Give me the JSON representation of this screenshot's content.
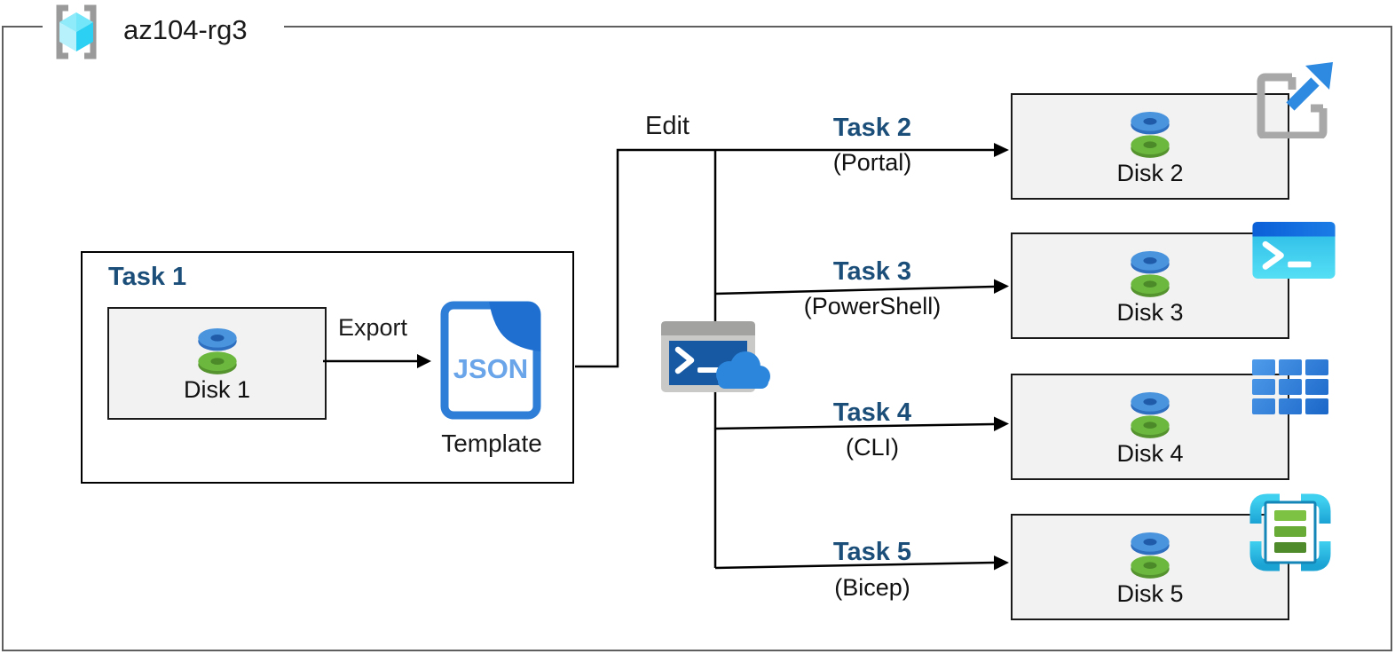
{
  "resource_group": {
    "name": "az104-rg3",
    "icon": "resource-group-icon"
  },
  "task1": {
    "title": "Task 1",
    "disk_label": "Disk 1"
  },
  "labels": {
    "export": "Export",
    "edit": "Edit"
  },
  "template": {
    "file_type": "JSON",
    "caption": "Template",
    "icon": "json-file-icon"
  },
  "shell": {
    "icon": "cloud-shell-icon"
  },
  "tasks": [
    {
      "title": "Task 2",
      "method": "(Portal)",
      "disk_label": "Disk 2",
      "icon": "portal-launch-icon"
    },
    {
      "title": "Task 3",
      "method": "(PowerShell)",
      "disk_label": "Disk 3",
      "icon": "powershell-icon"
    },
    {
      "title": "Task 4",
      "method": "(CLI)",
      "disk_label": "Disk 4",
      "icon": "cli-grid-icon"
    },
    {
      "title": "Task 5",
      "method": "(Bicep)",
      "disk_label": "Disk 5",
      "icon": "bicep-template-icon"
    }
  ],
  "colors": {
    "task_heading": "#1b4e79",
    "box_fill": "#f2f2f2",
    "box_border": "#000000",
    "outer_border": "#5f5f5f",
    "connector": "#000000",
    "disk_blue": "#4a94de",
    "disk_green": "#6cb83f",
    "json_blue": "#2e7dd6",
    "accent_blue": "#2e8ae0",
    "shell_screen_blue": "#1759a3",
    "template_cyan": "#36c3ea"
  }
}
